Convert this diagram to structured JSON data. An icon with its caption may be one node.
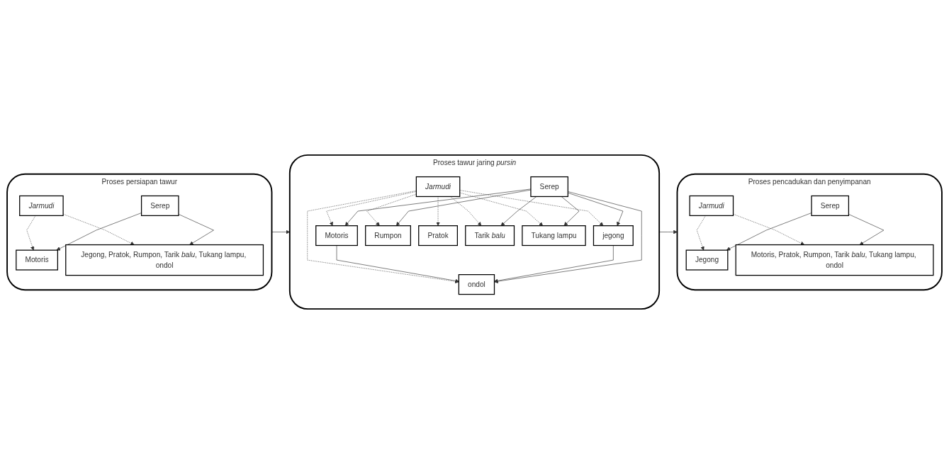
{
  "diagram": {
    "nodes": [
      {
        "text": [
          "Proses persiapan tawur"
        ]
      },
      {
        "text": [
          "Jarmudi"
        ],
        "in": 0
      },
      {
        "text": [
          "Motoris"
        ],
        "in": 0
      },
      {
        "text": [
          "Jegong, Pratok, Rumpon, Tarik *balu*, Tukang lampu, ondol"
        ],
        "in": 0
      },
      {
        "text": [
          "Serep"
        ],
        "in": 0
      },
      {
        "text": [
          "Proses tawur jaring *pursin*"
        ]
      },
      {
        "text": [
          "Motoris"
        ],
        "in": 5
      },
      {
        "text": [
          "ondol"
        ],
        "in": 5
      },
      {
        "text": [
          "jegong"
        ],
        "in": 5
      },
      {
        "text": [
          "Rumpon"
        ],
        "in": 5
      },
      {
        "text": [
          "Pratok"
        ],
        "in": 5
      },
      {
        "text": [
          "Tarik *balu*"
        ],
        "in": 5
      },
      {
        "text": [
          "Tukang lampu"
        ],
        "in": 5
      },
      {
        "text": [
          "Jarmudi"
        ],
        "in": 5
      },
      {
        "text": [
          "Serep"
        ],
        "in": 5
      },
      {
        "text": [
          "Proses pencadukan dan penyimpanan"
        ]
      },
      {
        "text": [
          "Jarmudi"
        ],
        "in": 15
      },
      {
        "text": [
          "Jegong"
        ],
        "in": 15
      },
      {
        "text": [
          "Motoris, Pratok, Rumpon, Tarik *balu*, Tukang lampu, ondol"
        ],
        "in": 15
      },
      {
        "text": [
          "Serep"
        ],
        "in": 15
      }
    ],
    "edges": [
      {
        "from": 1,
        "to": 2,
        "arrow": "to",
        "style": "dashed"
      },
      {
        "from": 1,
        "to": 3,
        "arrow": "to",
        "style": "dashed"
      },
      {
        "from": 4,
        "to": 2,
        "arrow": "to"
      },
      {
        "from": 4,
        "to": 3,
        "arrow": "to"
      },
      {
        "from": 0,
        "to": 5,
        "arrow": "to"
      },
      {
        "from": 13,
        "to": 6,
        "arrow": "to",
        "style": "dashed"
      },
      {
        "from": 13,
        "to": 7,
        "arrow": "to",
        "style": "dashed"
      },
      {
        "from": 13,
        "to": 8,
        "arrow": "to",
        "style": "dashed"
      },
      {
        "from": 13,
        "to": 9,
        "arrow": "to",
        "style": "dashed"
      },
      {
        "from": 13,
        "to": 10,
        "arrow": "to",
        "style": "dashed"
      },
      {
        "from": 13,
        "to": 11,
        "arrow": "to",
        "style": "dashed"
      },
      {
        "from": 13,
        "to": 12,
        "arrow": "to",
        "style": "dashed"
      },
      {
        "from": 6,
        "to": 7,
        "arrow": "to"
      },
      {
        "from": 8,
        "to": 7,
        "arrow": "to"
      },
      {
        "from": 14,
        "to": 6,
        "arrow": "to"
      },
      {
        "from": 14,
        "to": 7,
        "arrow": "to"
      },
      {
        "from": 14,
        "to": 8,
        "arrow": "to"
      },
      {
        "from": 14,
        "to": 9,
        "arrow": "to"
      },
      {
        "from": 14,
        "to": 11,
        "arrow": "to"
      },
      {
        "from": 14,
        "to": 12,
        "arrow": "to"
      },
      {
        "from": 5,
        "to": 15,
        "arrow": "to"
      },
      {
        "from": 16,
        "to": 17,
        "arrow": "to",
        "style": "dashed"
      },
      {
        "from": 16,
        "to": 18,
        "arrow": "to",
        "style": "dashed"
      },
      {
        "from": 19,
        "to": 17,
        "arrow": "to"
      },
      {
        "from": 19,
        "to": 18,
        "arrow": "to"
      }
    ]
  }
}
